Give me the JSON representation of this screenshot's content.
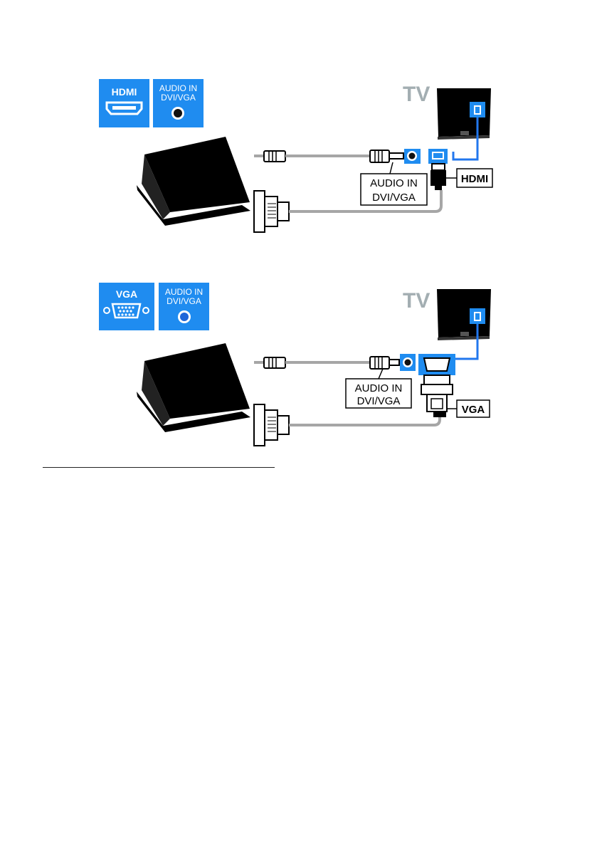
{
  "page_number": "",
  "colors": {
    "connector_blue": "#1f8cf0",
    "cable_grey": "#a6a6a6",
    "tv_label_grey": "#a3aeb2",
    "device_black": "#000000",
    "line_blue": "#2277ee"
  },
  "diagrams": [
    {
      "port_icons": [
        {
          "label": "HDMI",
          "icon": "hdmi-port-icon"
        },
        {
          "label_line1": "AUDIO IN",
          "label_line2": "DVI/VGA",
          "icon": "audio-jack-icon"
        }
      ],
      "tv_label": "TV",
      "audio_label_line1": "AUDIO IN",
      "audio_label_line2": "DVI/VGA",
      "connector_label": "HDMI"
    },
    {
      "port_icons": [
        {
          "label": "VGA",
          "icon": "vga-port-icon"
        },
        {
          "label_line1": "AUDIO IN",
          "label_line2": "DVI/VGA",
          "icon": "audio-jack-icon"
        }
      ],
      "tv_label": "TV",
      "audio_label_line1": "AUDIO IN",
      "audio_label_line2": "DVI/VGA",
      "connector_label": "VGA"
    }
  ]
}
